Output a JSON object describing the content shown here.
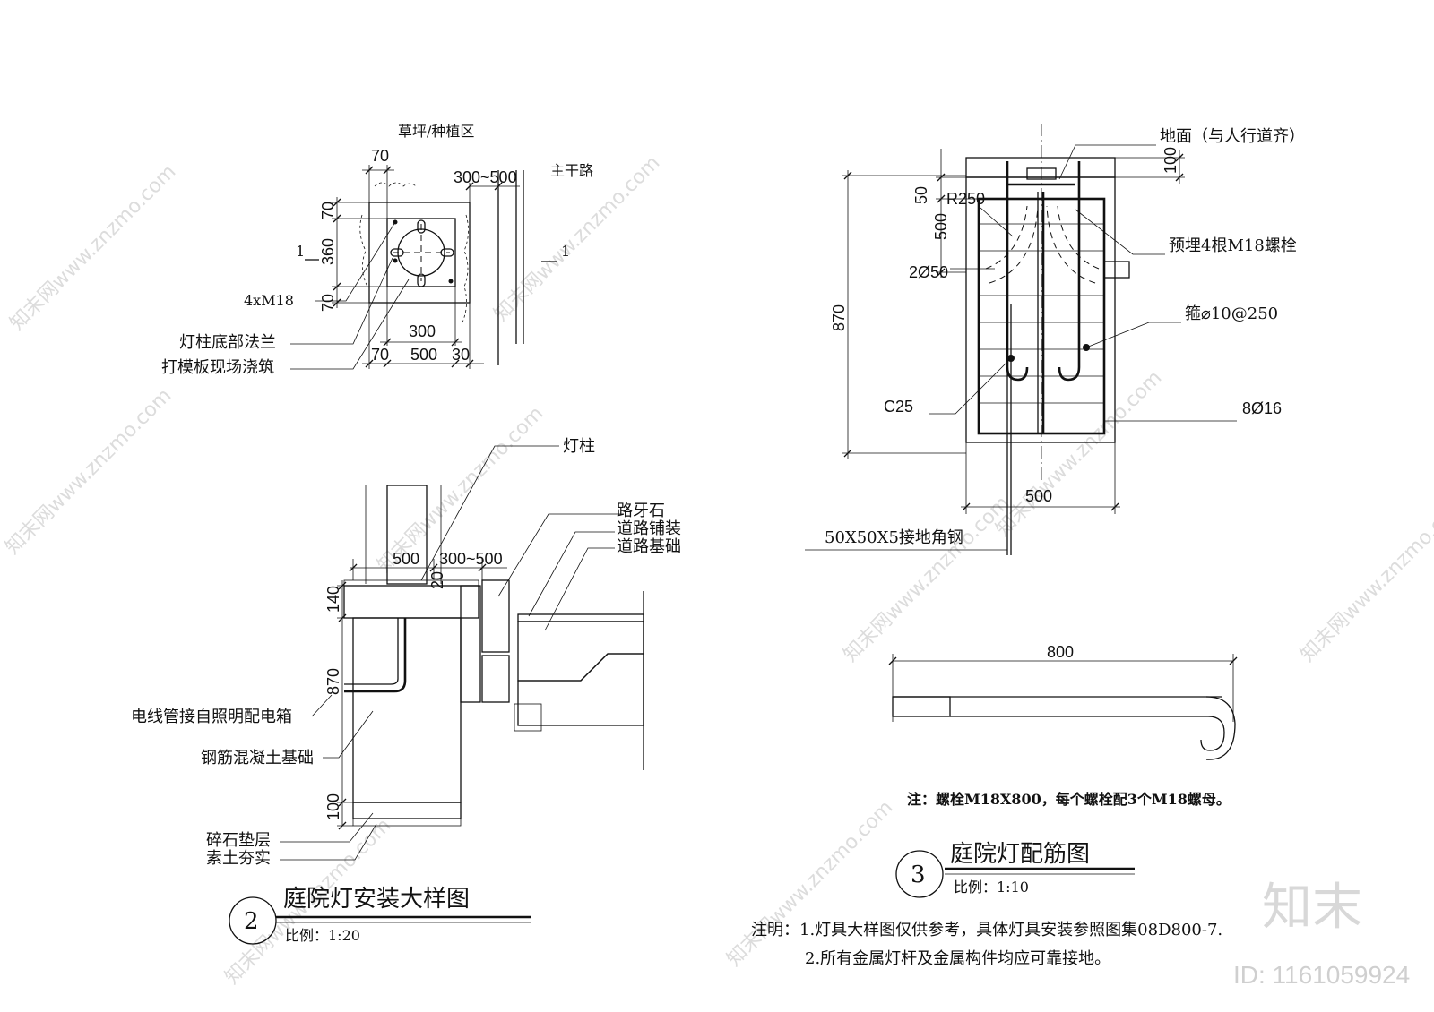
{
  "plan_view": {
    "top_label": "草坪/种植区",
    "road_label": "主干路",
    "dim_top_70": "70",
    "dim_300_500": "300~500",
    "dim_left_70a": "70",
    "dim_left_360": "360",
    "dim_left_70b": "70",
    "dim_bottom_300": "300",
    "dim_bottom_70": "70",
    "dim_bottom_500": "500",
    "dim_bottom_30": "30",
    "section_mark_left": "1",
    "section_mark_right": "1",
    "callout_bolts": "4xM18",
    "callout_flange": "灯柱底部法兰",
    "callout_formwork": "打模板现场浇筑"
  },
  "section_view": {
    "label_pole": "灯柱",
    "label_curb": "路牙石",
    "label_paving": "道路铺装",
    "label_road_base": "道路基础",
    "dim_500": "500",
    "dim_300_500": "300~500",
    "dim_20": "20",
    "dim_140": "140",
    "dim_870": "870",
    "dim_100": "100",
    "label_conduit": "电线管接自照明配电箱",
    "label_rc_found": "钢筋混凝土基础",
    "label_gravel": "碎石垫层",
    "label_soil": "素土夯实",
    "title_num": "2",
    "title": "庭院灯安装大样图",
    "scale": "比例：1:20"
  },
  "rebar_view": {
    "label_ground": "地面（与人行道齐）",
    "dim_100": "100",
    "dim_50": "50",
    "dim_500v": "500",
    "label_r250": "R250",
    "label_2050": "2Ø50",
    "label_bolts": "预埋4根M18螺栓",
    "label_stirrup": "箍⌀10@250",
    "dim_870": "870",
    "label_c25": "C25",
    "label_8016": "8Ø16",
    "dim_500h": "500",
    "label_angle": "50X50X5接地角钢",
    "title_num": "3",
    "title": "庭院灯配筋图",
    "scale": "比例：1:10"
  },
  "bolt_detail": {
    "dim_800": "800",
    "note": "注：螺栓M18X800，每个螺栓配3个M18螺母。"
  },
  "notes": {
    "line1": "注明：1.灯具大样图仅供参考，具体灯具安装参照图集08D800-7.",
    "line2": "2.所有金属灯杆及金属构件均应可靠接地。"
  },
  "watermark": {
    "logo": "知末",
    "id": "ID: 1161059924",
    "site": "知末网www.znzmo.com"
  }
}
